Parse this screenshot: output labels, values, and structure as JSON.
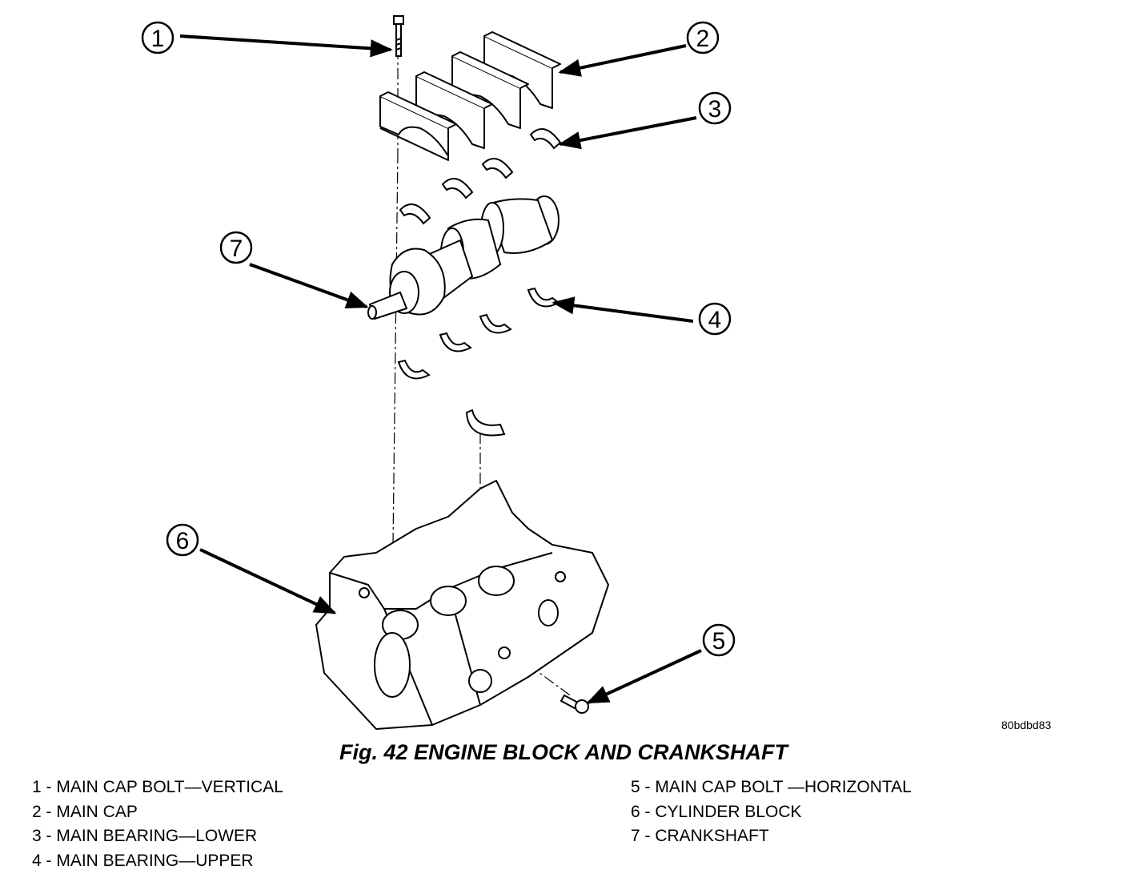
{
  "callouts": [
    "1",
    "2",
    "3",
    "4",
    "5",
    "6",
    "7"
  ],
  "figure_id": "80bdbd83",
  "caption": "Fig. 42 ENGINE BLOCK AND CRANKSHAFT",
  "legend": {
    "left": [
      "1 - MAIN CAP BOLT—VERTICAL",
      "2 - MAIN CAP",
      "3 - MAIN BEARING—LOWER",
      "4 - MAIN BEARING—UPPER"
    ],
    "right": [
      "5 - MAIN CAP BOLT —HORIZONTAL",
      "6 - CYLINDER BLOCK",
      "7 - CRANKSHAFT"
    ]
  }
}
